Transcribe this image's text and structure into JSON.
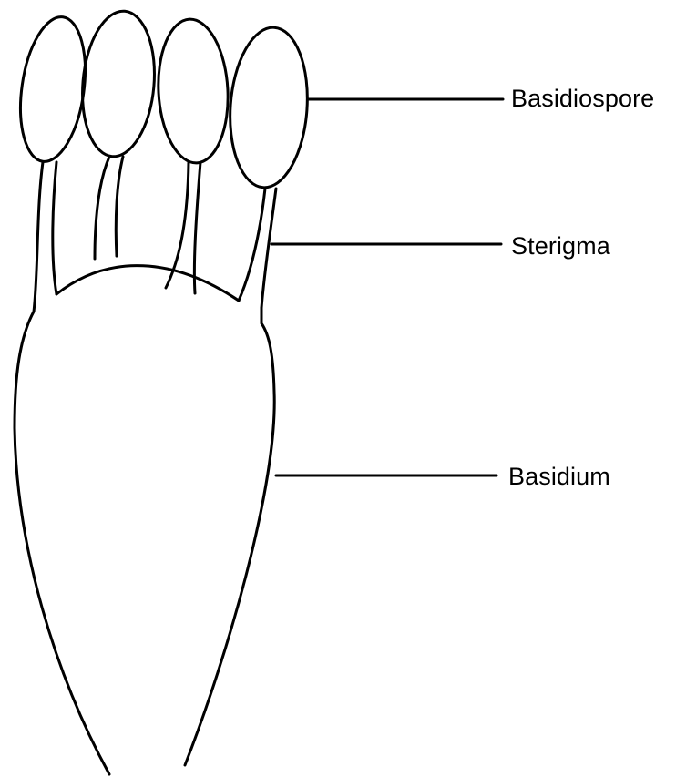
{
  "diagram": {
    "labels": {
      "basidiospore": "Basidiospore",
      "sterigma": "Sterigma",
      "basidium": "Basidium"
    },
    "colors": {
      "background": "#ffffff",
      "stroke": "#000000",
      "text": "#000000"
    }
  }
}
